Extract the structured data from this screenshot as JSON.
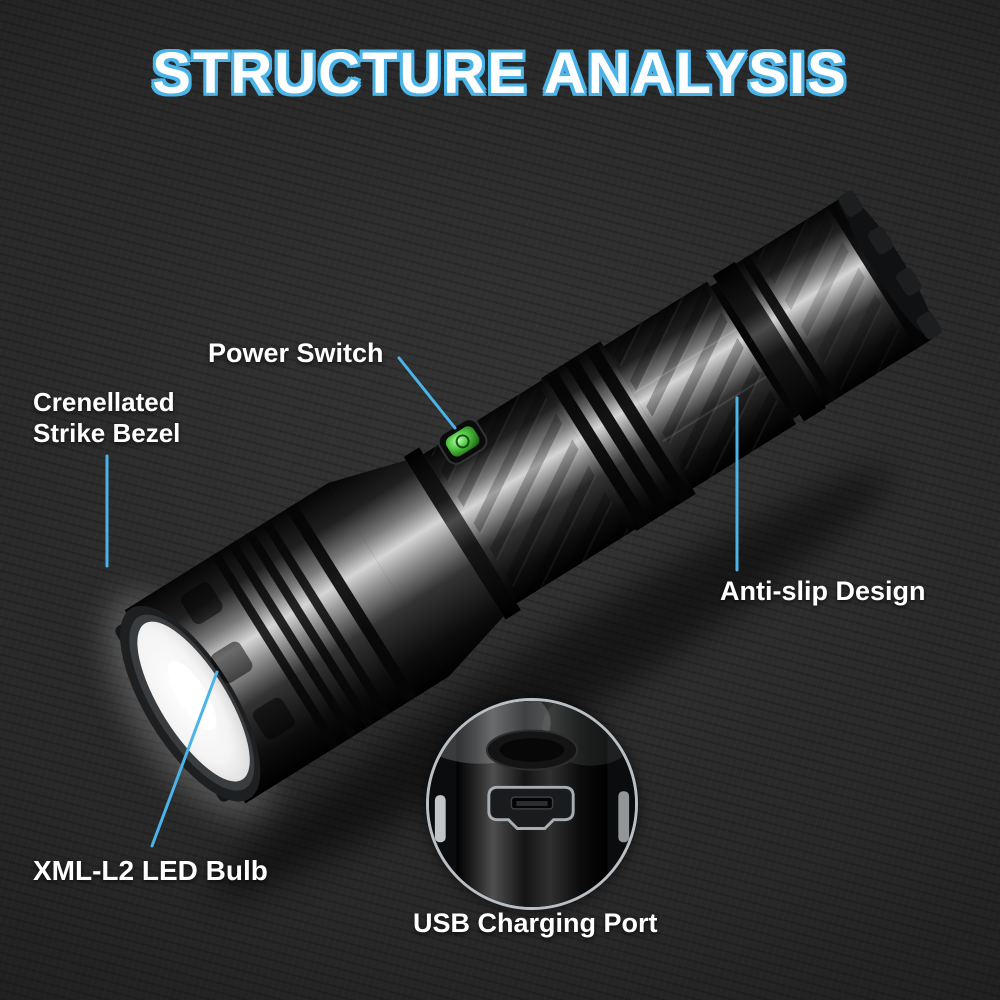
{
  "title": "STRUCTURE ANALYSIS",
  "callouts": [
    {
      "id": "power-switch",
      "label": "Power Switch"
    },
    {
      "id": "strike-bezel",
      "label": "Crenellated Strike Bezel"
    },
    {
      "id": "anti-slip",
      "label": "Anti-slip Design"
    },
    {
      "id": "led-bulb",
      "label": "XML-L2 LED Bulb"
    },
    {
      "id": "usb-port",
      "label": "USB Charging Port"
    }
  ],
  "colors": {
    "accent": "#4ab4e8",
    "label_text": "#ffffff",
    "title_fill": "#ffffff",
    "title_outline": "#4ab4e8",
    "power_button": "#4cc43d",
    "background": "#2b2b2b"
  }
}
